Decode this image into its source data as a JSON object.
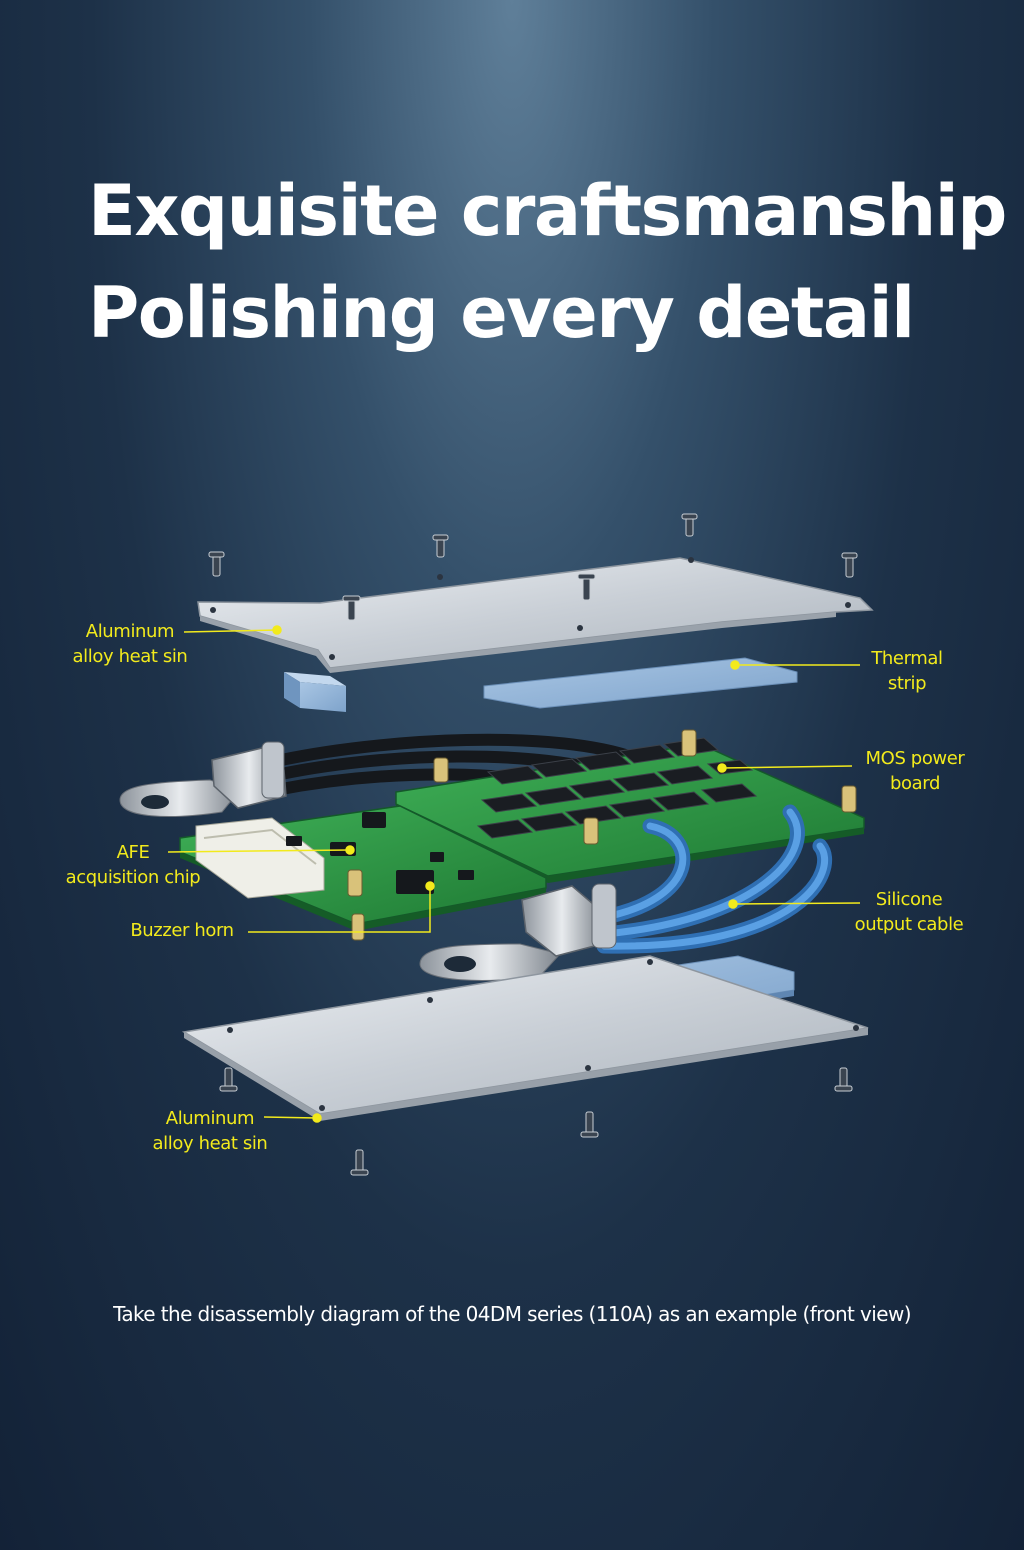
{
  "header": {
    "line1": "Exquisite craftsmanship",
    "line2": "Polishing every detail"
  },
  "labels": {
    "top_heatsink": [
      "Aluminum",
      "alloy heat sin"
    ],
    "thermal_strip": [
      "Thermal",
      "strip"
    ],
    "mos_board": [
      "MOS power",
      "board"
    ],
    "afe_chip": [
      "AFE",
      "acquisition chip"
    ],
    "buzzer": [
      "Buzzer horn"
    ],
    "silicone_cable": [
      "Silicone",
      "output cable"
    ],
    "bottom_heatsink": [
      "Aluminum",
      "alloy heat sin"
    ]
  },
  "caption": "Take the disassembly diagram of the 04DM series (110A) as an example (front view)",
  "colors": {
    "label": "#f2ea1c",
    "pcb": "#2f9a44",
    "thermal_pad": "#8fb3d6",
    "heatsink": "#cdd3da",
    "cable_blue": "#3f86d0"
  }
}
